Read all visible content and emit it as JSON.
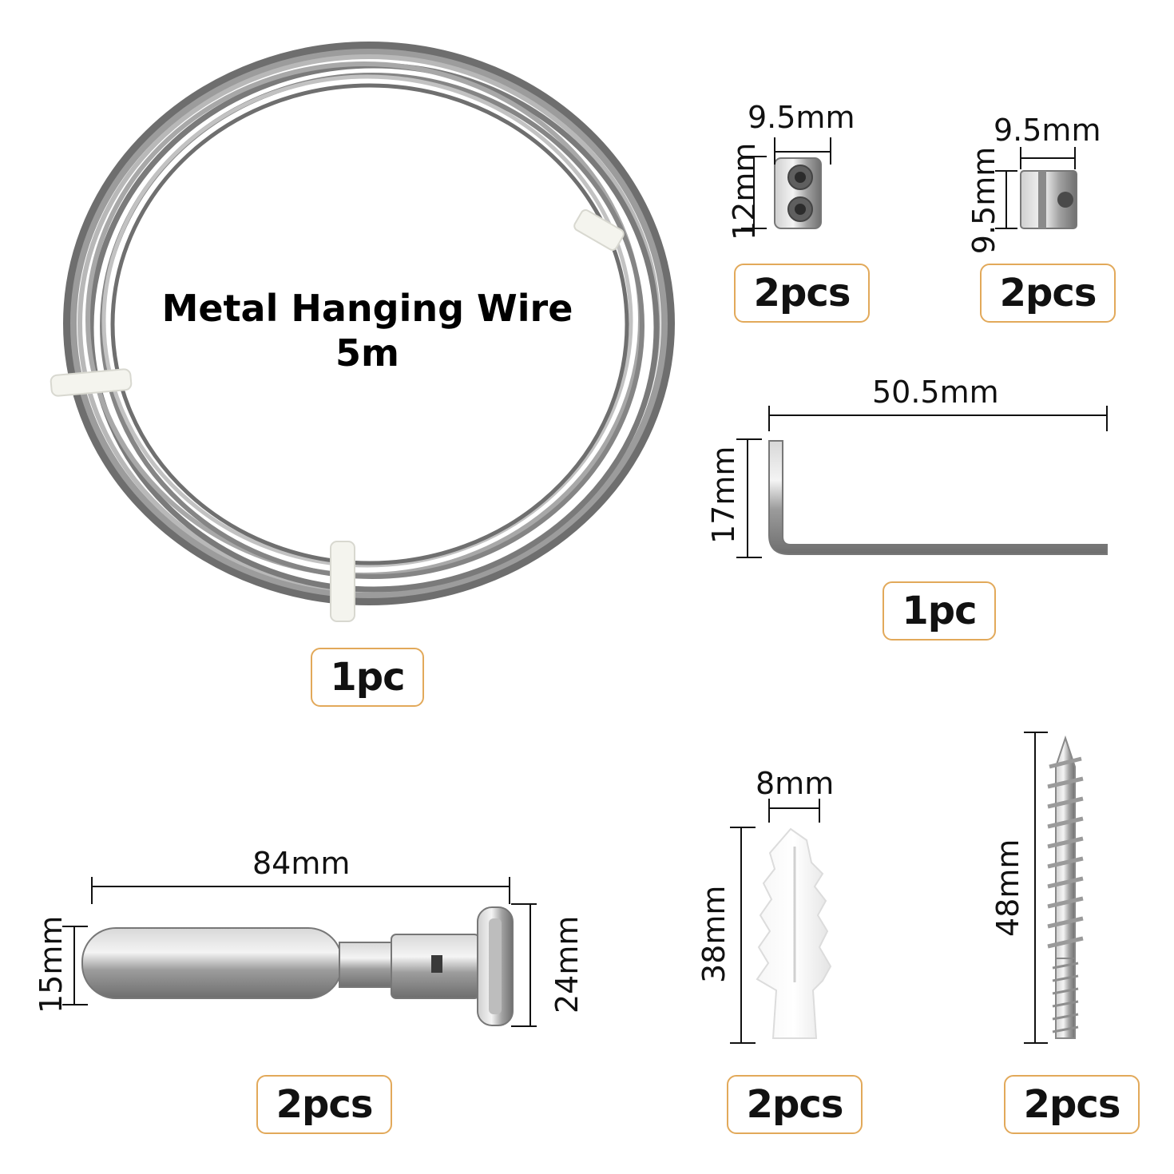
{
  "wire": {
    "title": "Metal Hanging Wire",
    "length": "5m",
    "qty": "1pc"
  },
  "clamp_round": {
    "width": "9.5mm",
    "height": "12mm",
    "qty": "2pcs"
  },
  "clamp_square": {
    "width": "9.5mm",
    "height": "9.5mm",
    "qty": "2pcs"
  },
  "hex_key": {
    "length": "50.5mm",
    "height": "17mm",
    "qty": "1pc"
  },
  "wire_gripper": {
    "length": "84mm",
    "body_dia": "15mm",
    "head_dia": "24mm",
    "qty": "2pcs"
  },
  "wall_anchor": {
    "width": "8mm",
    "length": "38mm",
    "qty": "2pcs"
  },
  "hanger_screw": {
    "length": "48mm",
    "qty": "2pcs"
  },
  "colors": {
    "badge_border": "#e2a95a",
    "text": "#111111",
    "steel": "#9a9a9a"
  }
}
